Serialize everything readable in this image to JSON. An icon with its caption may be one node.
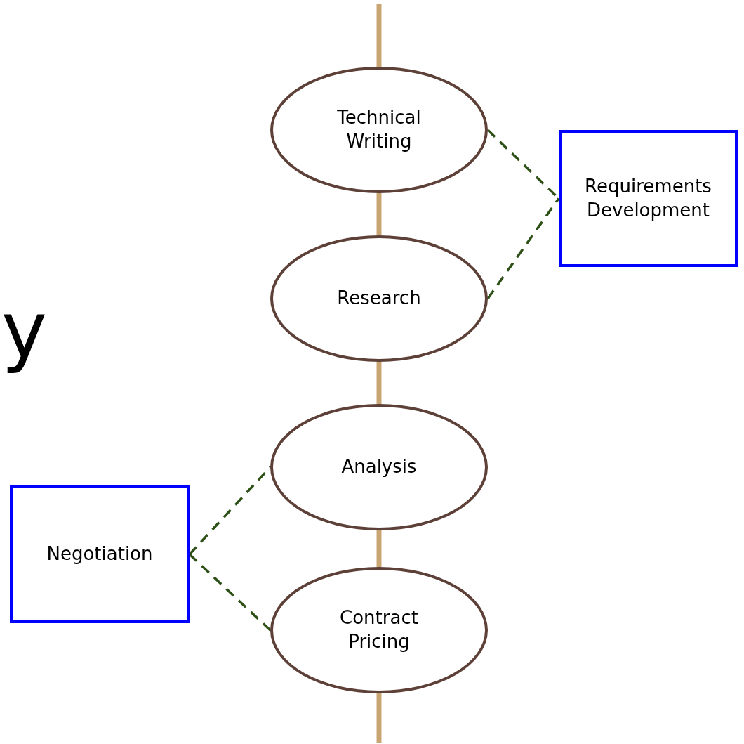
{
  "diagram": {
    "nodes": [
      {
        "text": [
          "Technical Writing"
        ]
      },
      {
        "text": [
          "Research"
        ]
      },
      {
        "text": [
          "Analysis"
        ]
      },
      {
        "text": [
          "Contract Pricing"
        ]
      },
      {
        "text": [
          "Requirements Development"
        ]
      },
      {
        "text": [
          "Negotiation"
        ]
      }
    ],
    "edges": [
      {
        "from": null,
        "to": 0,
        "arrow": "none"
      },
      {
        "from": 0,
        "to": 1,
        "arrow": "none"
      },
      {
        "from": 1,
        "to": 2,
        "arrow": "none"
      },
      {
        "from": 2,
        "to": 3,
        "arrow": "none"
      },
      {
        "from": 3,
        "to": null,
        "arrow": "none"
      },
      {
        "from": 0,
        "to": 4,
        "arrow": "none",
        "style": "dashed",
        "color": "#2d5016"
      },
      {
        "from": 1,
        "to": 4,
        "arrow": "none",
        "style": "dashed",
        "color": "#2d5016"
      },
      {
        "from": 5,
        "to": 2,
        "arrow": "none",
        "style": "dashed",
        "color": "#2d5016"
      },
      {
        "from": 5,
        "to": 3,
        "arrow": "none",
        "style": "dashed",
        "color": "#2d5016"
      }
    ],
    "labels": [
      "y"
    ]
  }
}
